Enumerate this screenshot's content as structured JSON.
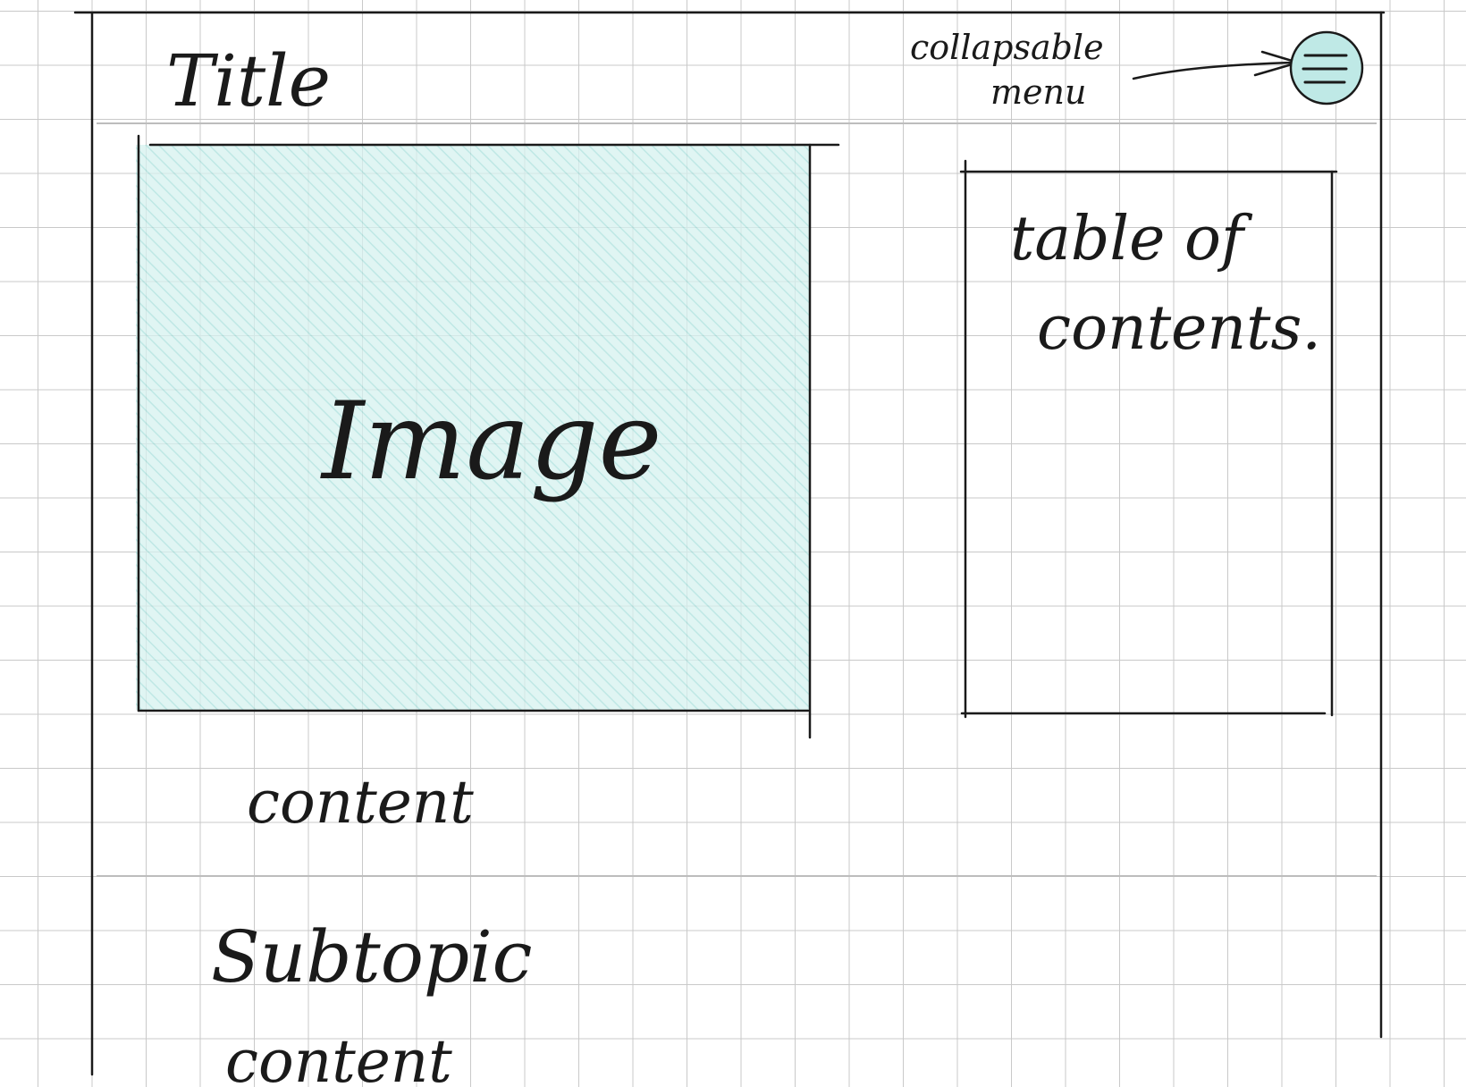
{
  "header": {
    "title": "Title",
    "menu_note": [
      "collapsable",
      "menu"
    ],
    "menu_icon": "hamburger-icon"
  },
  "image_placeholder": {
    "label": "Image"
  },
  "toc": {
    "label": [
      "table of",
      "contents."
    ]
  },
  "body": {
    "content_1": "content",
    "subtopic": "Subtopic",
    "content_2": "content"
  },
  "colors": {
    "ink": "#1a1a1a",
    "accent_fill": "#bfe9e6",
    "grid": "#c9c9c9",
    "paper": "#ffffff"
  }
}
